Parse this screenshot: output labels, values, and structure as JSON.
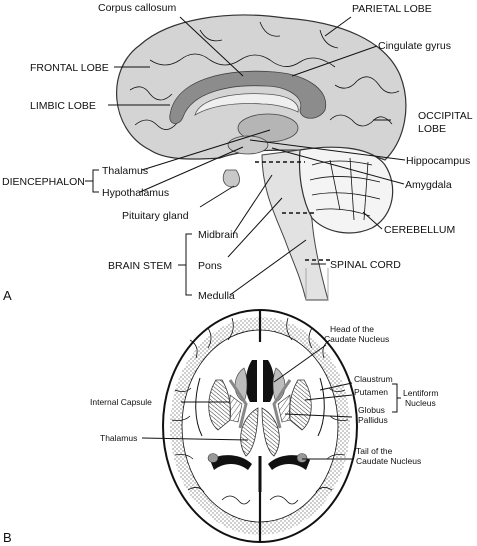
{
  "panel_a": {
    "letter": "A",
    "labels": {
      "corpus_callosum": "Corpus callosum",
      "parietal_lobe": "PARIETAL LOBE",
      "frontal_lobe": "FRONTAL LOBE",
      "cingulate_gyrus": "Cingulate gyrus",
      "limbic_lobe": "LIMBIC LOBE",
      "occipital_lobe_1": "OCCIPITAL",
      "occipital_lobe_2": "LOBE",
      "thalamus": "Thalamus",
      "hippocampus": "Hippocampus",
      "diencephalon": "DIENCEPHALON",
      "hypothalamus": "Hypothalamus",
      "amygdala": "Amygdala",
      "pituitary_gland": "Pituitary gland",
      "cerebellum": "CEREBELLUM",
      "midbrain": "Midbrain",
      "brain_stem": "BRAIN STEM",
      "pons": "Pons",
      "spinal_cord": "SPINAL CORD",
      "medulla": "Medulla"
    }
  },
  "panel_b": {
    "letter": "B",
    "labels": {
      "head_caudate_1": "Head of the",
      "head_caudate_2": "Caudate Nucleus",
      "claustrum": "Claustrum",
      "putamen": "Putamen",
      "lentiform_1": "Lentiform",
      "lentiform_2": "Nucleus",
      "internal_capsule": "Internal Capsule",
      "globus_1": "Globus",
      "globus_2": "Pallidus",
      "thalamus": "Thalamus",
      "tail_caudate_1": "Tail of the",
      "tail_caudate_2": "Caudate Nucleus"
    }
  }
}
